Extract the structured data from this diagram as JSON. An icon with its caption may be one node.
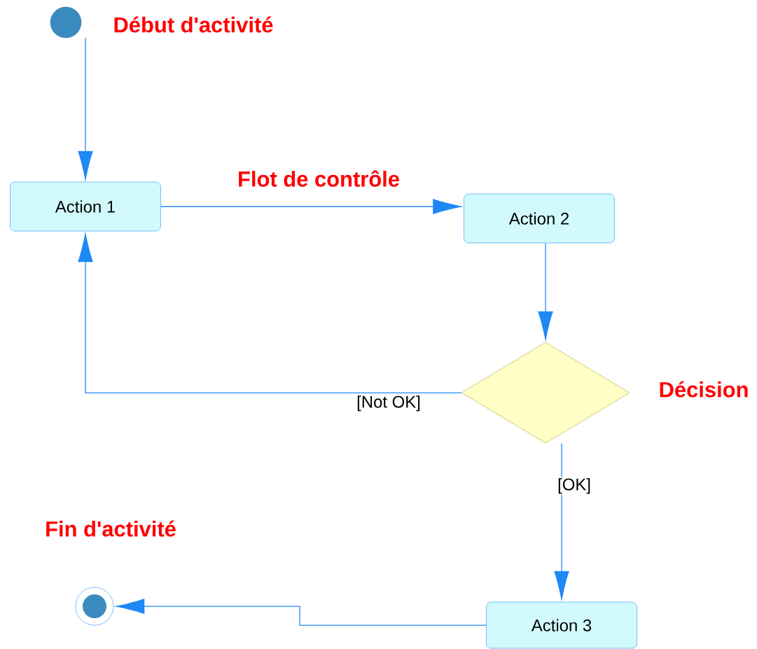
{
  "diagram": {
    "nodes": [
      {
        "text": [],
        "shape": "circle",
        "beside": [
          "Début d'activité"
        ]
      },
      {
        "text": [
          "Action 1"
        ]
      },
      {
        "text": [
          "Action 2"
        ]
      },
      {
        "text": [],
        "shape": "diamond",
        "beside": [
          "Décision"
        ]
      },
      {
        "text": [
          "Action 3"
        ]
      },
      {
        "text": [],
        "shape": "circle",
        "beside": [
          "Fin d'activité"
        ]
      }
    ],
    "edges": [
      {
        "from": 0,
        "to": 1,
        "arrow": "to"
      },
      {
        "from": 1,
        "to": 2,
        "arrow": "to",
        "label": "Flot de contrôle"
      },
      {
        "from": 2,
        "to": 3,
        "arrow": "to"
      },
      {
        "from": 3,
        "to": 1,
        "arrow": "to",
        "label": "[Not OK]"
      },
      {
        "from": 3,
        "to": 4,
        "arrow": "to",
        "label": "[OK]"
      },
      {
        "from": 4,
        "to": 5,
        "arrow": "to"
      }
    ]
  }
}
